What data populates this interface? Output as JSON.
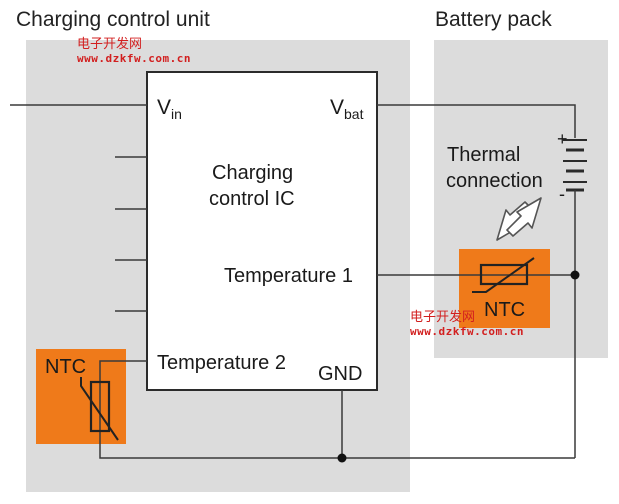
{
  "sections": {
    "charging_unit_title": "Charging control unit",
    "battery_pack_title": "Battery pack"
  },
  "ic": {
    "name_line1": "Charging",
    "name_line2": "control IC",
    "vin_main": "V",
    "vin_sub": "in",
    "vbat_main": "V",
    "vbat_sub": "bat",
    "temp1": "Temperature 1",
    "temp2": "Temperature 2",
    "gnd": "GND"
  },
  "battery": {
    "plus_sign": "+",
    "minus_sign": "-",
    "thermal_line1": "Thermal",
    "thermal_line2": "connection"
  },
  "ntc": {
    "left_label": "NTC",
    "right_label": "NTC"
  },
  "watermarks": {
    "cn_text": "电子开发网",
    "url": "www.dzkfw.com.cn"
  },
  "colors": {
    "panel_gray": "#dcdcdc",
    "ntc_orange": "#ef7a1a",
    "wire": "#3a3a3a",
    "watermark": "#d21f1f"
  }
}
